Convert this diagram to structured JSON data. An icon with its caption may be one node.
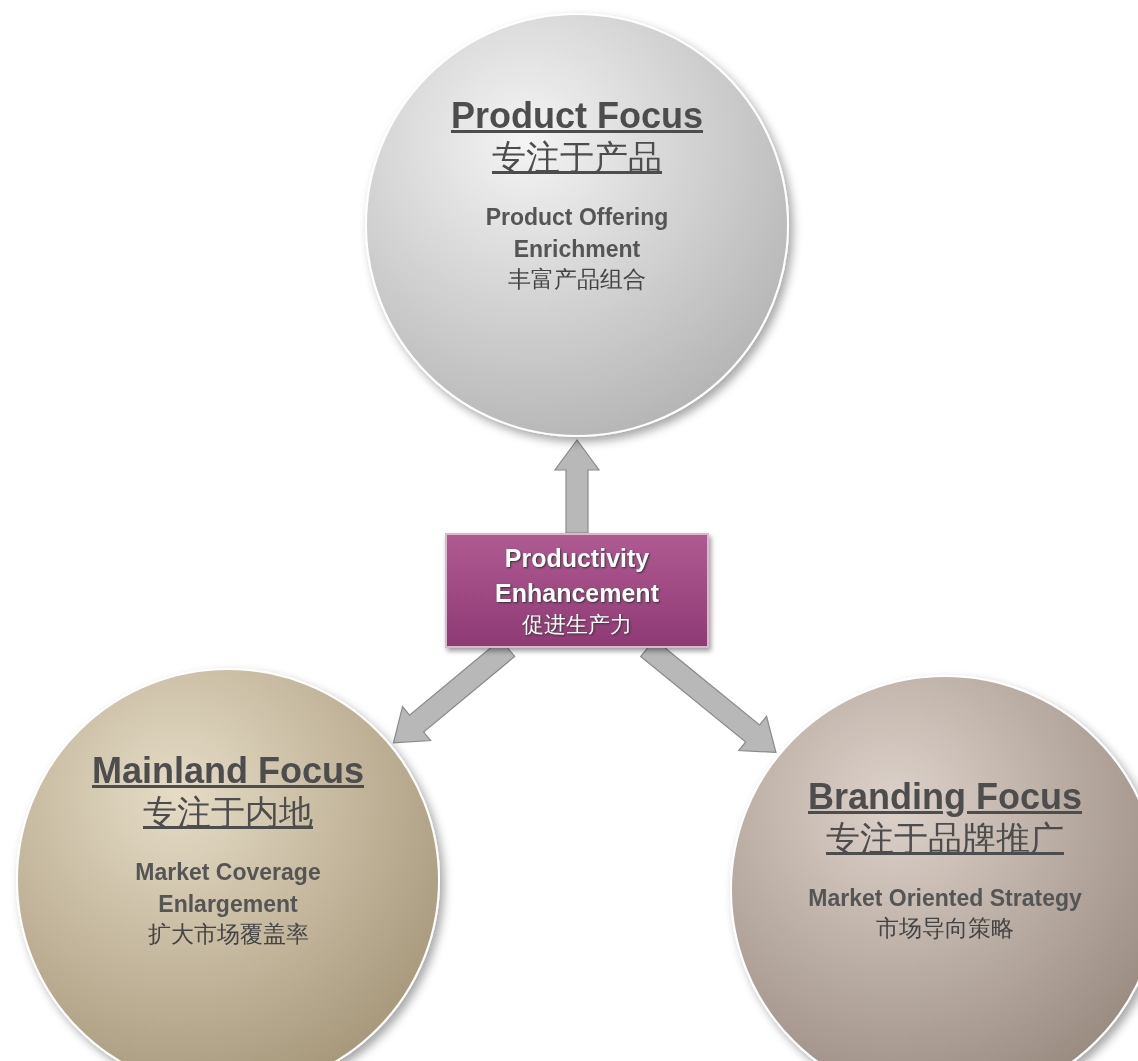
{
  "diagram": {
    "nodes": [
      {
        "text": [
          "Product Focus",
          "专注于产品",
          "Product Offering Enrichment",
          "丰富产品组合"
        ]
      },
      {
        "text": [
          "Productivity Enhancement",
          "促进生产力"
        ]
      },
      {
        "text": [
          "Mainland Focus",
          "专注于内地",
          "Market Coverage Enlargement",
          "扩大市场覆盖率"
        ]
      },
      {
        "text": [
          "Branding Focus",
          "专注于品牌推广",
          "Market Oriented Strategy",
          "市场导向策略"
        ]
      }
    ],
    "edges": [
      {
        "from": 1,
        "to": 0,
        "arrow": "to"
      },
      {
        "from": 1,
        "to": 2,
        "arrow": "to"
      },
      {
        "from": 1,
        "to": 3,
        "arrow": "to"
      }
    ]
  }
}
